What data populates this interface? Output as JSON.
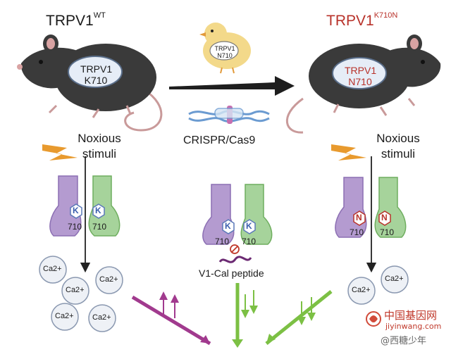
{
  "left": {
    "title_main": "TRPV1",
    "title_sup": "WT",
    "mouse_label_line1": "TRPV1",
    "mouse_label_line2": "K710",
    "stimuli_line1": "Noxious",
    "stimuli_line2": "stimuli",
    "residue_letter": "K",
    "residue_number": "710",
    "ions": [
      "Ca2+",
      "Ca2+",
      "Ca2+",
      "Ca2+",
      "Ca2+"
    ]
  },
  "center": {
    "chick_label_line1": "TRPV1",
    "chick_label_line2": "N710",
    "tool_label": "CRISPR/Cas9",
    "residue_letter": "K",
    "residue_number": "710",
    "peptide_label": "V1-Cal peptide"
  },
  "right": {
    "title_main": "TRPV1",
    "title_sup": "K710N",
    "mouse_label_line1": "TRPV1",
    "mouse_label_line2": "N710",
    "stimuli_line1": "Noxious",
    "stimuli_line2": "stimuli",
    "residue_letter": "N",
    "residue_number": "710",
    "ions": [
      "Ca2+",
      "Ca2+"
    ]
  },
  "watermark": {
    "site_name": "中国基因网",
    "site_url": "jiyinwang.com",
    "account": "@西糖少年"
  },
  "colors": {
    "purple": "#b49bd0",
    "green": "#a6d39b",
    "arrow_purple": "#a13a8e",
    "arrow_green": "#7cc044",
    "mutant_red": "#b8322a",
    "bolt_orange": "#e89a2e"
  }
}
